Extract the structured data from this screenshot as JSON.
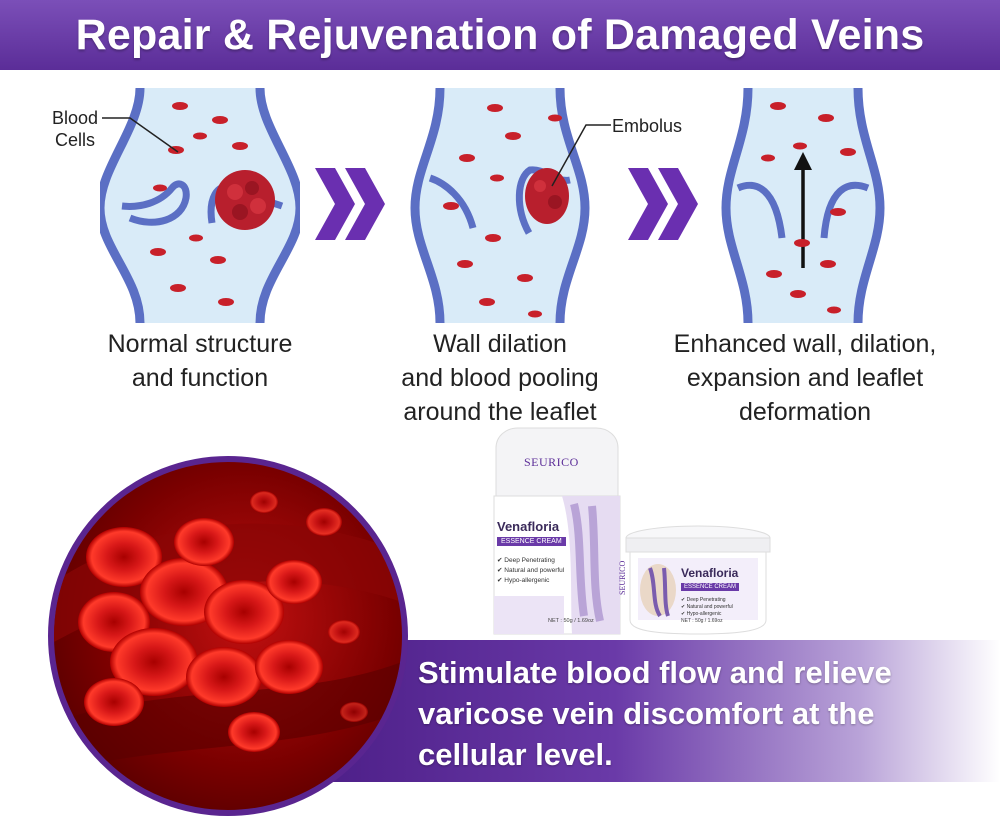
{
  "header": {
    "title": "Repair & Rejuvenation of Damaged Veins"
  },
  "diagrams": [
    {
      "caption_lines": [
        "Normal structure",
        "and function"
      ]
    },
    {
      "caption_lines": [
        "Wall dilation",
        "and blood pooling",
        "around the leaflet"
      ]
    },
    {
      "caption_lines": [
        "Enhanced wall, dilation,",
        "expansion and leaflet",
        "deformation"
      ]
    }
  ],
  "callouts": {
    "blood_cells_line1": "Blood",
    "blood_cells_line2": "Cells",
    "embolus": "Embolus"
  },
  "product": {
    "brand": "SEURICO",
    "name": "Venafloria",
    "subtitle": "ESSENCE CREAM",
    "features": [
      "Deep Penetrating",
      "Natural and powerful",
      "Hypo-allergenic"
    ],
    "net": "NET : 50g / 1.69oz"
  },
  "promo": {
    "lines": [
      "Stimulate blood flow and relieve",
      "varicose vein discomfort at the",
      "cellular level."
    ]
  },
  "colors": {
    "banner": "#5b2d98",
    "vein_wall": "#5b6fc4",
    "vein_inner": "#d9ebf8",
    "blood": "#c8202a",
    "chevron": "#6a2fb0"
  }
}
